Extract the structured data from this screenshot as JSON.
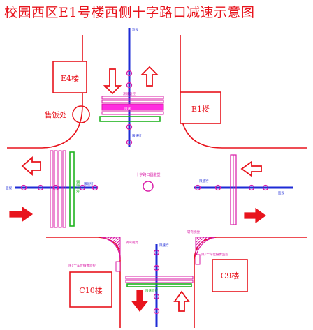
{
  "title": "校园西区E1号楼西侧十字路口减速示意图",
  "buildings": {
    "e4": "E4楼",
    "e1": "E1楼",
    "c10": "C10楼",
    "c9": "C9楼"
  },
  "landmarks": {
    "canteen": "售饭处",
    "center": "十字路口圆雕塑"
  },
  "tiny_labels": {
    "n_top": "监视",
    "n_mid": "测速监控",
    "n_low": "限速",
    "n_bottom": "限速行",
    "w_end": "监视",
    "w_near": "限速行",
    "w_vert": "限速行驶",
    "e_near": "限速行",
    "e_end": "监视",
    "s_near": "限速行",
    "s_left_curve": "转弯视觉",
    "s_right_curve": "转弯视觉",
    "s_left_sign": "限1个车位摄像监控",
    "s_right_sign": "限1个车位摄像监控",
    "s_green": "限速监控"
  },
  "colors": {
    "red": "#e8141d",
    "blue": "#1e2bd6",
    "magenta": "#d91aa6",
    "bright_magenta": "#ff2be0",
    "green": "#1fb31f"
  },
  "icons": {
    "arrow": "arrow-icon",
    "marker": "circle-marker-icon"
  }
}
